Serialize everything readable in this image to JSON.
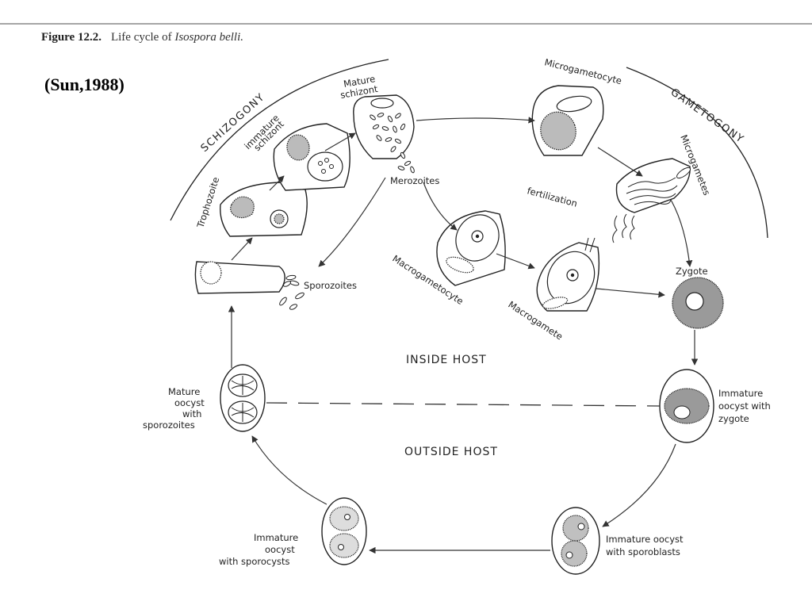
{
  "caption": {
    "figure_number": "Figure 12.2.",
    "title_prefix": "Life cycle of ",
    "title_species": "Isospora belli."
  },
  "citation": "(Sun,1988)",
  "arcs": {
    "left": "SCHIZOGONY",
    "right": "GAMETOGONY"
  },
  "regions": {
    "inside": "INSIDE HOST",
    "outside": "OUTSIDE HOST"
  },
  "labels": {
    "trophozoite": "Trophozoite",
    "immature_schizont_1": "immature",
    "immature_schizont_2": "schizont",
    "mature_schizont_1": "Mature",
    "mature_schizont_2": "schizont",
    "merozoites": "Merozoites",
    "sporozoites": "Sporozoites",
    "microgametocyte": "Microgametocyte",
    "microgametes": "Microgametes",
    "fertilization": "fertilization",
    "macrogametocyte": "Macrogametocyte",
    "macrogamete": "Macrogamete",
    "zygote": "Zygote",
    "imm_oocyst_zygote_1": "Immature",
    "imm_oocyst_zygote_2": "oocyst with",
    "imm_oocyst_zygote_3": "zygote",
    "imm_oocyst_sporoblasts_1": "Immature oocyst",
    "imm_oocyst_sporoblasts_2": "with sporoblasts",
    "imm_oocyst_sporocysts_1": "Immature",
    "imm_oocyst_sporocysts_2": "oocyst",
    "imm_oocyst_sporocysts_3": "with sporocysts",
    "mature_oocyst_1": "Mature",
    "mature_oocyst_2": "oocyst",
    "mature_oocyst_3": "with",
    "mature_oocyst_4": "sporozoites"
  }
}
